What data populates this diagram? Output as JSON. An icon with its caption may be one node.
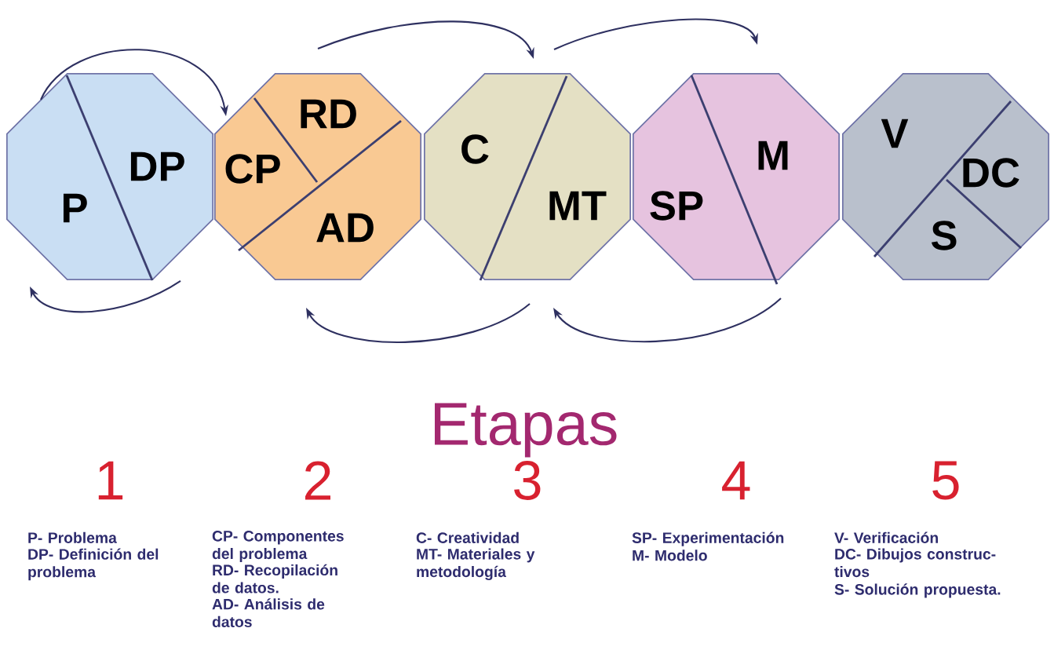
{
  "diagram": {
    "title": "Etapas",
    "nodes": [
      {
        "text": [
          "P",
          "DP"
        ],
        "beside": [
          "1",
          "P- Problema",
          "DP- Definición del problema"
        ]
      },
      {
        "text": [
          "RD",
          "CP",
          "AD"
        ],
        "beside": [
          "2",
          "CP- Componentes del problema",
          "RD- Recopilación de datos.",
          "AD- Análisis de datos"
        ]
      },
      {
        "text": [
          "C",
          "MT"
        ],
        "beside": [
          "3",
          "C- Creatividad",
          "MT- Materiales y metodología"
        ]
      },
      {
        "text": [
          "SP",
          "M"
        ],
        "beside": [
          "4",
          "SP- Experimentación",
          "M- Modelo"
        ]
      },
      {
        "text": [
          "V",
          "DC",
          "S"
        ],
        "beside": [
          "5",
          "V- Verificación",
          "DC- Dibujos construc-tivos",
          "S- Solución propuesta."
        ]
      }
    ],
    "edges": [
      {
        "from": 0,
        "to": 1,
        "arrow": "to"
      },
      {
        "from": 1,
        "to": 2,
        "arrow": "to"
      },
      {
        "from": 2,
        "to": 3,
        "arrow": "to"
      },
      {
        "from": 0,
        "to": null,
        "arrow": "to"
      },
      {
        "from": 2,
        "to": 1,
        "arrow": "to"
      },
      {
        "from": 3,
        "to": 2,
        "arrow": "to"
      }
    ]
  }
}
